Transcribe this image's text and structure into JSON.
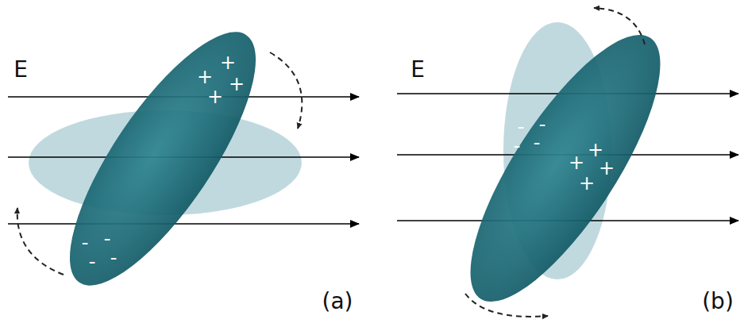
{
  "diagram": {
    "labels": [
      "E",
      "+",
      "+",
      "+",
      "+",
      "-",
      "-",
      "-",
      "-",
      "(a)",
      "E",
      "-",
      "-",
      "-",
      "-",
      "+",
      "+",
      "+",
      "+",
      "(b)"
    ]
  }
}
